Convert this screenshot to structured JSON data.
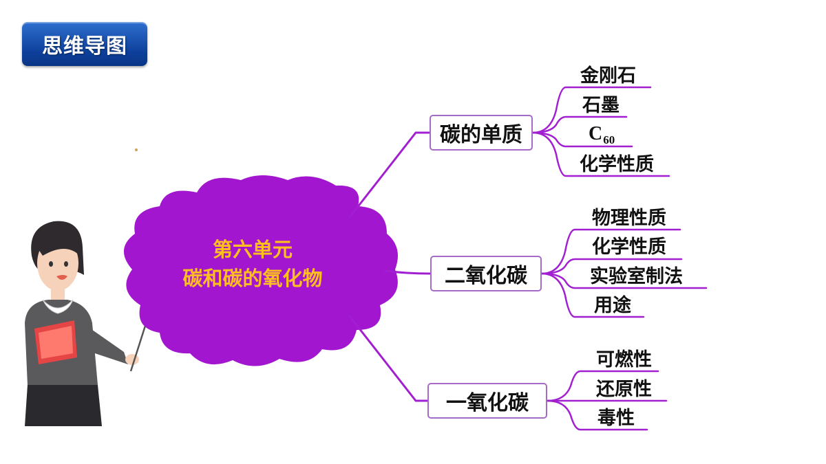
{
  "badge": {
    "title": "思维导图"
  },
  "center": {
    "line1": "第六单元",
    "line2": "碳和碳的氧化物"
  },
  "colors": {
    "branch": "#a21fd1",
    "cloud": "#a316cf",
    "center_text": "#ffbf1f",
    "badge": "#0d3f9a",
    "node_border": "#a46ac6"
  },
  "branches": [
    {
      "label": "碳的单质",
      "leaves": [
        "金刚石",
        "石墨",
        "C",
        "化学性质"
      ],
      "c60_sub": "60"
    },
    {
      "label": "二氧化碳",
      "leaves": [
        "物理性质",
        "化学性质",
        "实验室制法",
        "用途"
      ]
    },
    {
      "label": "一氧化碳",
      "leaves": [
        "可燃性",
        "还原性",
        "毒性"
      ]
    }
  ]
}
